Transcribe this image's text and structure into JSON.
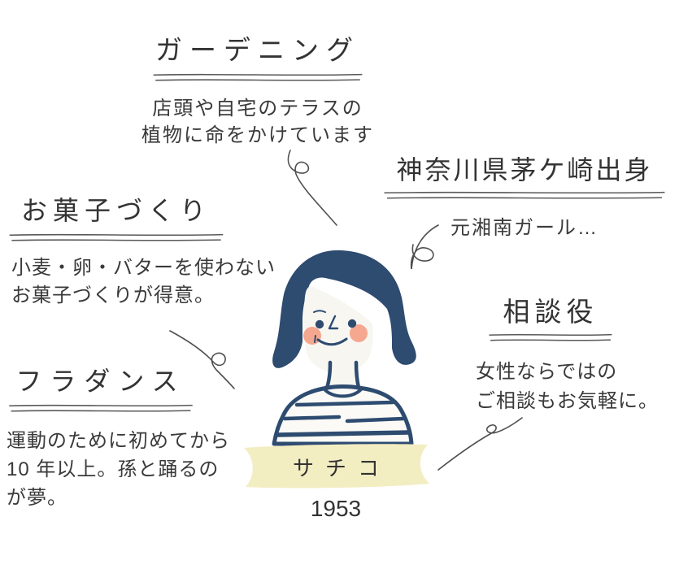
{
  "profile": {
    "name": "サチコ",
    "birth_year": "1953"
  },
  "sections": {
    "gardening": {
      "title": "ガーデニング",
      "line1": "店頭や自宅のテラスの",
      "line2": "植物に命をかけています"
    },
    "hometown": {
      "title": "神奈川県茅ケ崎出身",
      "line1": "元湘南ガール…"
    },
    "sweets": {
      "title": "お菓子づくり",
      "line1": "小麦・卵・バターを使わない",
      "line2": "お菓子づくりが得意。"
    },
    "hula": {
      "title": "フラダンス",
      "line1": "運動のために初めてから",
      "line2": "10 年以上。孫と踊るの",
      "line3": "が夢。"
    },
    "advisor": {
      "title": "相談役",
      "line1": "女性ならではの",
      "line2": "ご相談もお気軽に。"
    }
  },
  "illustration": {
    "description": "woman with navy bob haircut and navy striped shirt",
    "colors": {
      "hair": "#2e4b70",
      "skin": "#f7f6f1",
      "cheek": "#f5a78f",
      "banner": "#f3edc2",
      "text": "#333333",
      "squiggle": "#4f4f4f"
    }
  }
}
